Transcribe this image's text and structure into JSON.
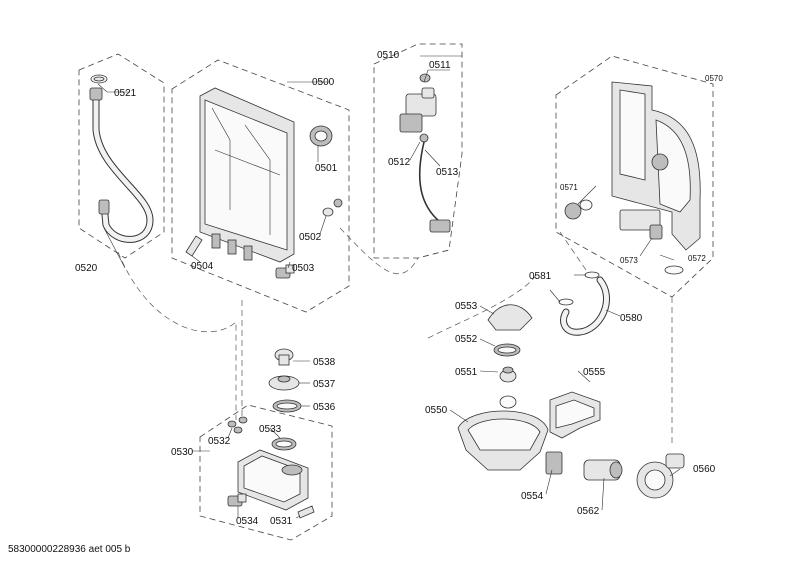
{
  "labels": {
    "p0500": "0500",
    "p0501": "0501",
    "p0502": "0502",
    "p0503": "0503",
    "p0504": "0504",
    "p0510": "0510",
    "p0511": "0511",
    "p0512": "0512",
    "p0513": "0513",
    "p0520": "0520",
    "p0521": "0521",
    "p0530": "0530",
    "p0531": "0531",
    "p0532": "0532",
    "p0533": "0533",
    "p0534": "0534",
    "p0536": "0536",
    "p0537": "0537",
    "p0538": "0538",
    "p0550": "0550",
    "p0551": "0551",
    "p0552": "0552",
    "p0553": "0553",
    "p0554": "0554",
    "p0555": "0555",
    "p0560": "0560",
    "p0562": "0562",
    "p0570": "0570",
    "p0571": "0571",
    "p0572": "0572",
    "p0573": "0573",
    "p0580": "0580",
    "p0581": "0581"
  },
  "footer": {
    "doc_id": "58300000228936 aet 005 b"
  }
}
